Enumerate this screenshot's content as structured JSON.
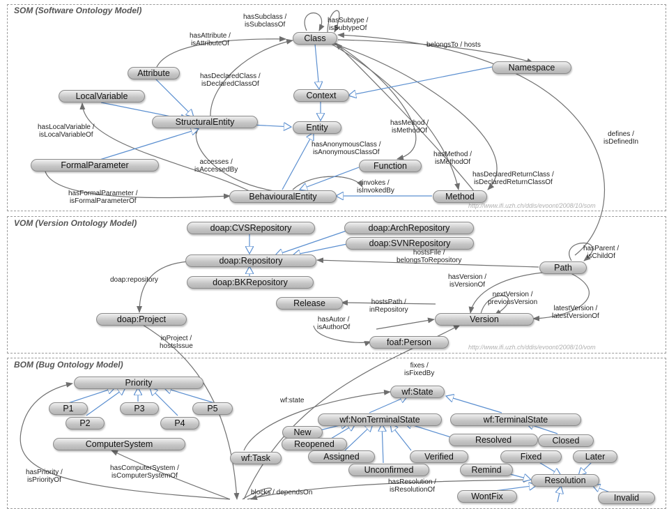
{
  "panels": {
    "som": {
      "title": "SOM (Software Ontology Model)",
      "url": "http://www.ifi.uzh.ch/ddis/evoont/2008/10/som"
    },
    "vom": {
      "title": "VOM (Version Ontology Model)",
      "url": "http://www.ifi.uzh.ch/ddis/evoont/2008/10/vom"
    },
    "bom": {
      "title": "BOM (Bug Ontology Model)"
    }
  },
  "nodes": {
    "class": "Class",
    "attribute": "Attribute",
    "namespace": "Namespace",
    "context": "Context",
    "local_variable": "LocalVariable",
    "structural_entity": "StructuralEntity",
    "entity": "Entity",
    "formal_parameter": "FormalParameter",
    "function": "Function",
    "behavioural_entity": "BehaviouralEntity",
    "method": "Method",
    "cvs_repository": "doap:CVSRepository",
    "arch_repository": "doap:ArchRepository",
    "svn_repository": "doap:SVNRepository",
    "repository": "doap:Repository",
    "bk_repository": "doap:BKRepository",
    "path": "Path",
    "project": "doap:Project",
    "release": "Release",
    "version": "Version",
    "person": "foaf:Person",
    "priority": "Priority",
    "p1": "P1",
    "p3": "P3",
    "p5": "P5",
    "p2": "P2",
    "p4": "P4",
    "computer_system": "ComputerSystem",
    "wf_state": "wf:State",
    "wf_nonterminal": "wf:NonTerminalState",
    "wf_terminal": "wf:TerminalState",
    "new": "New",
    "reopened": "Reopened",
    "assigned": "Assigned",
    "unconfirmed": "Unconfirmed",
    "verified": "Verified",
    "resolved": "Resolved",
    "closed": "Closed",
    "wf_task": "wf:Task",
    "fixed": "Fixed",
    "later": "Later",
    "remind": "Remind",
    "resolution": "Resolution",
    "wontfix": "WontFix",
    "invalid": "Invalid"
  },
  "edge_labels": {
    "has_subclass": "hasSubclass /\nisSubclassOf",
    "has_subtype": "hasSubtype /\nisSubtypeOf",
    "has_attribute": "hasAttribute /\nisAttributeOf",
    "belongs_to": "belongsTo / hosts",
    "has_declared_class": "hasDeclaredClass /\nisDeclaredClassOf",
    "has_local_variable": "hasLocalVariable /\nisLocalVariableOf",
    "has_method_1": "hasMethod /\nisMethodOf",
    "defines": "defines /\nisDefinedIn",
    "has_anonymous_class": "hasAnonymousClass /\nisAnonymousClassOf",
    "has_method_2": "hasMethod /\nisMethodOf",
    "accesses": "accesses /\nisAccessedBy",
    "has_declared_return_class": "hasDeclaredReturnClass /\nisDeclaredReturnClassOf",
    "invokes": "invokes /\nisInvokedBy",
    "has_formal_parameter": "hasFormalParameter /\nisFormalParameterOf",
    "has_parent": "hasParent /\nisChildOf",
    "hosts_file": "hostsFile /\nbelongsToRepository",
    "doap_repository": "doap:repository",
    "has_version": "hasVersion /\nisVersionOf",
    "next_version": "nextVersion /\npreviousVersion",
    "hosts_path": "hostsPath /\ninRepository",
    "latest_version": "latestVersion /\nlatestVersionOf",
    "has_autor": "hasAutor /\nisAuthorOf",
    "in_project": "inProject /\nhostsIssue",
    "fixes": "fixes /\nisFixedBy",
    "wf_state_edge": "wf:state",
    "has_priority": "hasPriority /\nisPriorityOf",
    "has_computer_system": "hasComputerSystem /\nisComputerSystemOf",
    "has_resolution": "hasResolution /\nisResolutionOf",
    "blocks": "blocks / dependsOn"
  }
}
